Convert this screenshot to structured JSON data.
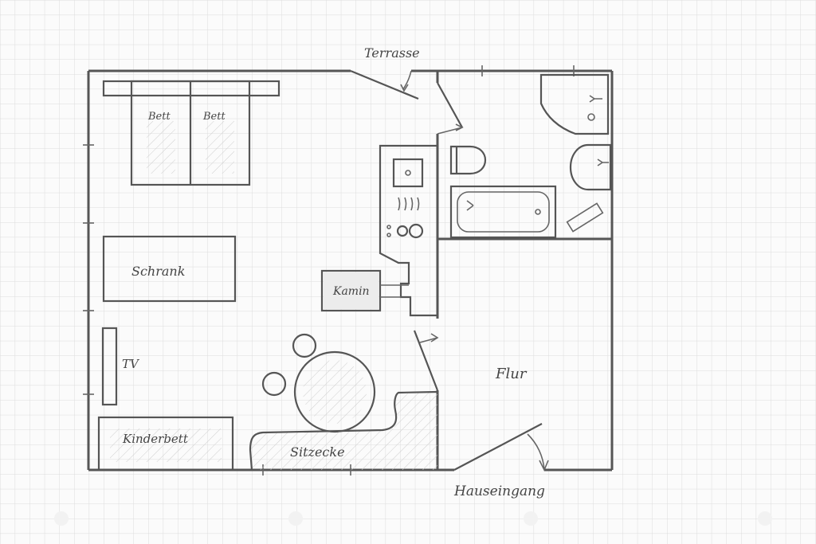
{
  "labels": {
    "terrace": "Terrasse",
    "bed_left": "Bett",
    "bed_right": "Bett",
    "wardrobe": "Schrank",
    "fireplace": "Kamin",
    "tv": "TV",
    "crib": "Kinderbett",
    "seating": "Sitzecke",
    "hallway": "Flur",
    "entrance": "Hauseingang"
  },
  "colors": {
    "paper": "#fbfbfb",
    "grid": "#d9d9d9",
    "ink": "#555555"
  }
}
